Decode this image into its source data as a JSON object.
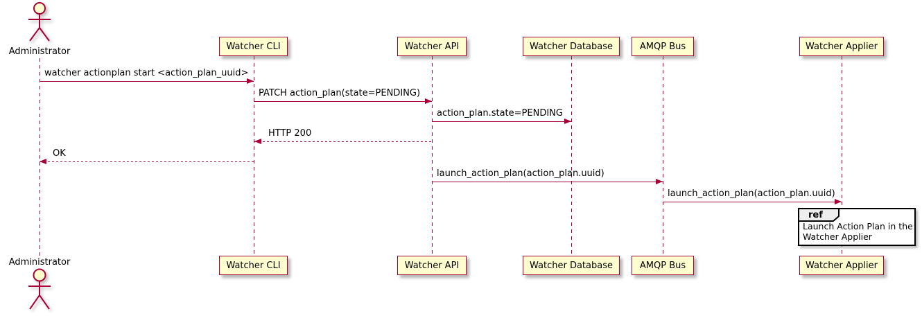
{
  "diagram": {
    "type": "uml-sequence",
    "actor": {
      "name": "Administrator"
    },
    "participants": [
      {
        "name": "Watcher CLI"
      },
      {
        "name": "Watcher API"
      },
      {
        "name": "Watcher Database"
      },
      {
        "name": "AMQP Bus"
      },
      {
        "name": "Watcher Applier"
      }
    ],
    "messages": [
      {
        "from": "Administrator",
        "to": "Watcher CLI",
        "label": "watcher actionplan start <action_plan_uuid>",
        "line": "solid",
        "direction": "right"
      },
      {
        "from": "Watcher CLI",
        "to": "Watcher API",
        "label": "PATCH action_plan(state=PENDING)",
        "line": "solid",
        "direction": "right"
      },
      {
        "from": "Watcher API",
        "to": "Watcher Database",
        "label": "action_plan.state=PENDING",
        "line": "solid",
        "direction": "right"
      },
      {
        "from": "Watcher API",
        "to": "Watcher CLI",
        "label": "HTTP 200",
        "line": "dashed",
        "direction": "left"
      },
      {
        "from": "Watcher CLI",
        "to": "Administrator",
        "label": "OK",
        "line": "dashed",
        "direction": "left"
      },
      {
        "from": "Watcher API",
        "to": "AMQP Bus",
        "label": "launch_action_plan(action_plan.uuid)",
        "line": "solid",
        "direction": "right"
      },
      {
        "from": "AMQP Bus",
        "to": "Watcher Applier",
        "label": "launch_action_plan(action_plan.uuid)",
        "line": "solid",
        "direction": "right"
      }
    ],
    "ref_fragment": {
      "tab_label": "ref",
      "over": "Watcher Applier",
      "line1": "Launch Action Plan in the",
      "line2": "Watcher Applier"
    },
    "colors": {
      "participant_fill": "#FEFECE",
      "stroke": "#A80036",
      "text": "#000000",
      "ref_border": "#000000",
      "ref_tab_fill": "#EEEEEE",
      "background": "#FFFFFF"
    }
  }
}
